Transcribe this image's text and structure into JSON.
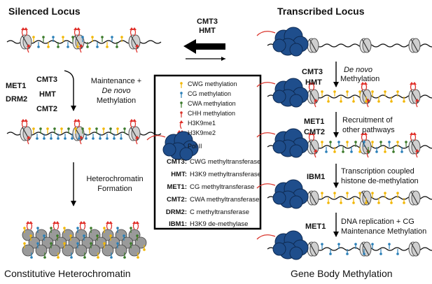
{
  "titles": {
    "silenced": "Silenced Locus",
    "transcribed": "Transcribed Locus"
  },
  "captions": {
    "constitutive": "Constitutive Heterochromatin",
    "gene_body": "Gene Body Methylation"
  },
  "center_arrow": {
    "line1": "CMT3",
    "line2": "HMT"
  },
  "left_steps": {
    "enzymes_a": [
      "MET1",
      "DRM2"
    ],
    "enzymes_b": [
      "CMT3",
      "HMT",
      "CMT2"
    ],
    "step1": {
      "line1": "Maintenance +",
      "line2": "De novo",
      "line3": "Methylation"
    },
    "step2": {
      "line1": "Heterochromatin",
      "line2": "Formation"
    }
  },
  "right_steps": [
    {
      "enzymes": [
        "CMT3",
        "HMT"
      ],
      "line1": "De novo",
      "line2": "Methylation"
    },
    {
      "enzymes": [
        "MET1",
        "CMT2"
      ],
      "line1": "Recruitment of",
      "line2": "other pathways"
    },
    {
      "enzymes": [
        "IBM1"
      ],
      "line1": "Transcription coupled",
      "line2": "histone de-methylation"
    },
    {
      "enzymes": [
        "MET1"
      ],
      "line1": "DNA replication + CG",
      "line2": "Maintenance Methylation"
    }
  ],
  "legend": {
    "marks": [
      {
        "label": "CWG methylation",
        "color": "#f2b705"
      },
      {
        "label": "CG methylation",
        "color": "#2a7fb8"
      },
      {
        "label": "CWA methylation",
        "color": "#3b7a2a"
      },
      {
        "label": "CHH methylation",
        "color": "#d9342b"
      },
      {
        "label": "H3K9me1",
        "color": "#e0302a"
      },
      {
        "label": "H3K9me2",
        "color": "#e0302a"
      }
    ],
    "pol2_label": "Pol II",
    "enzymes": [
      {
        "abbr": "CMT3:",
        "desc": "CWG methyltransferase"
      },
      {
        "abbr": "HMT:",
        "desc": "H3K9 methyltransferase"
      },
      {
        "abbr": "MET1:",
        "desc": "CG methyltransferase"
      },
      {
        "abbr": "CMT2:",
        "desc": "CWA methyltransferase"
      },
      {
        "abbr": "DRM2:",
        "desc": "C methyltransferase"
      },
      {
        "abbr": "IBM1:",
        "desc": "H3K9 de-methylase"
      }
    ]
  },
  "colors": {
    "cwg": "#f2b705",
    "cg": "#2a7fb8",
    "cwa": "#3b7a2a",
    "chh": "#d9342b",
    "h3k9": "#e0302a",
    "pol2": "#1f4e8c",
    "nucleosome": "#9a9a9a"
  }
}
